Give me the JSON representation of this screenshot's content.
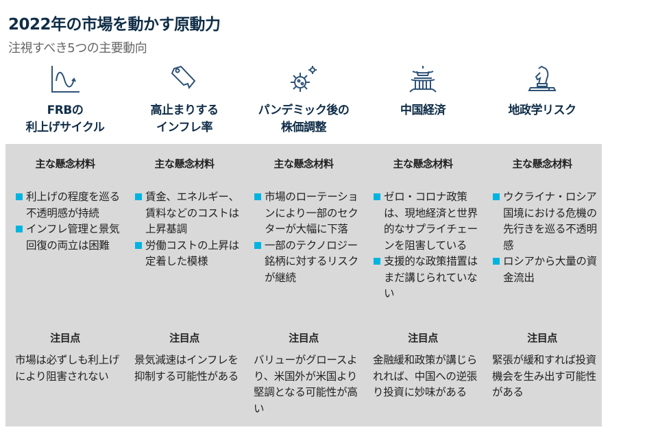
{
  "title": "2022年の市場を動かす原動力",
  "subtitle": "注視すべき5つの主要動向",
  "colors": {
    "title": "#0f2d47",
    "icon": "#2d5276",
    "panel": "#d9d9d9",
    "bullet": "#00b4e0"
  },
  "columns": [
    {
      "icon": "sine-chart-icon",
      "theme_line1": "FRBの",
      "theme_line2": "利上げサイクル",
      "concerns_label": "主な懸念材料",
      "concerns": [
        "利上げの程度を巡る不透明感が持続",
        "インフレ管理と景気回復の両立は困難"
      ],
      "focus_label": "注目点",
      "focus": "市場は必ずしも利上げにより阻害されない"
    },
    {
      "icon": "price-tag-icon",
      "theme_line1": "高止まりする",
      "theme_line2": "インフレ率",
      "concerns_label": "主な懸念材料",
      "concerns": [
        "賃金、エネルギー、賃料などのコストは上昇基調",
        "労働コストの上昇は定着した模様"
      ],
      "focus_label": "注目点",
      "focus": "景気減速はインフレを抑制する可能性がある"
    },
    {
      "icon": "virus-icon",
      "theme_line1": "パンデミック後の",
      "theme_line2": "株価調整",
      "concerns_label": "主な懸念材料",
      "concerns": [
        "市場のローテーションにより一部のセクターが大幅に下落",
        "一部のテクノロジー銘柄に対するリスクが継続"
      ],
      "focus_label": "注目点",
      "focus": "バリューがグロースより、米国外が米国より堅調となる可能性が高い"
    },
    {
      "icon": "pagoda-icon",
      "theme_line1": "中国経済",
      "theme_line2": "",
      "concerns_label": "主な懸念材料",
      "concerns": [
        "ゼロ・コロナ政策は、現地経済と世界的なサプライチェーンを阻害している",
        "支援的な政策措置はまだ講じられていない"
      ],
      "focus_label": "注目点",
      "focus": "金融緩和政策が講じられれば、中国への逆張り投資に妙味がある"
    },
    {
      "icon": "chess-knight-icon",
      "theme_line1": "地政学リスク",
      "theme_line2": "",
      "concerns_label": "主な懸念材料",
      "concerns": [
        "ウクライナ・ロシア国境における危機の先行きを巡る不透明感",
        "ロシアから大量の資金流出"
      ],
      "focus_label": "注目点",
      "focus": "緊張が緩和すれば投資機会を生み出す可能性がある"
    }
  ]
}
